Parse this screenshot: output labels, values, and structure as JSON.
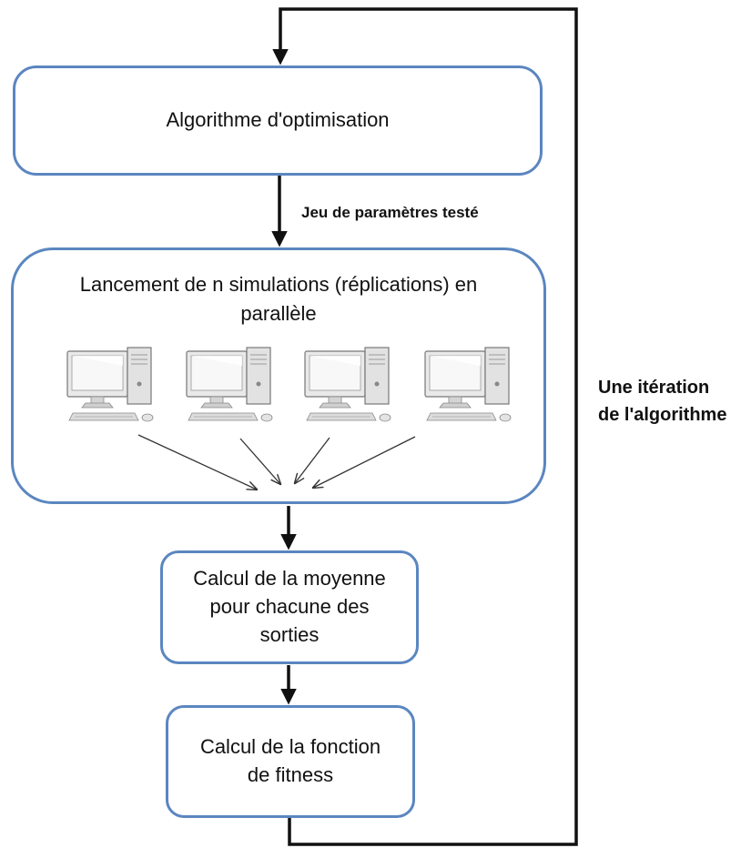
{
  "boxes": {
    "optimisation": "Algorithme d'optimisation",
    "simulations": "Lancement de n simulations (réplications) en parallèle",
    "moyenne": "Calcul de la moyenne pour chacune des sorties",
    "fitness": "Calcul de la fonction de fitness"
  },
  "labels": {
    "parametres": "Jeu de paramètres testé",
    "iteration_line1": "Une itération",
    "iteration_line2": "de l'algorithme"
  },
  "icons": [
    "computer-icon",
    "computer-icon",
    "computer-icon",
    "computer-icon"
  ],
  "colors": {
    "box_border": "#5b86c0",
    "arrows": "#111111"
  }
}
